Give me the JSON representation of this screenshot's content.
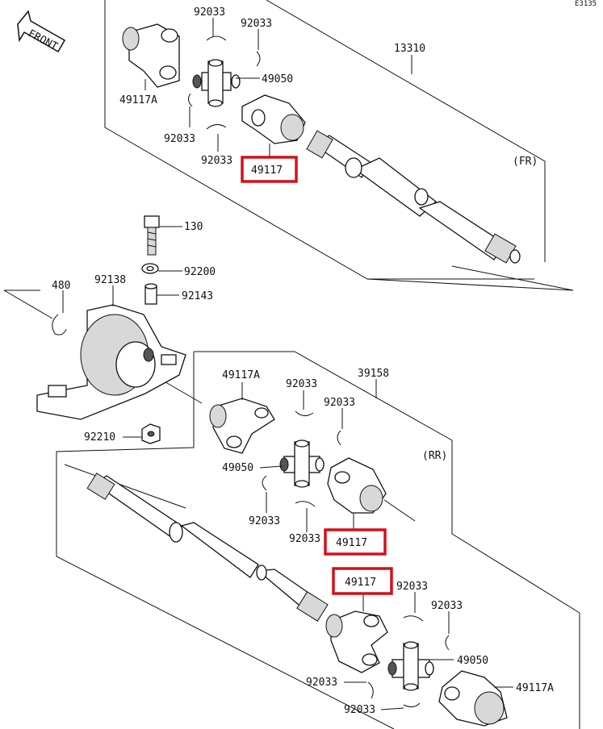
{
  "diagram_code": "E3135",
  "front_label": "FRONT",
  "section_labels": {
    "front": "(FR)",
    "rear": "(RR)"
  },
  "parts": {
    "p13310": "13310",
    "p39158": "39158",
    "p130": "130",
    "p92200": "92200",
    "p92143": "92143",
    "p92138": "92138",
    "p480": "480",
    "p92210": "92210",
    "fr_92033_a": "92033",
    "fr_92033_b": "92033",
    "fr_92033_c": "92033",
    "fr_92033_d": "92033",
    "fr_49050": "49050",
    "fr_49117A": "49117A",
    "fr_49117": "49117",
    "rr_49117A_top": "49117A",
    "rr_92033_a": "92033",
    "rr_92033_b": "92033",
    "rr_49050_top": "49050",
    "rr_92033_c": "92033",
    "rr_92033_d": "92033",
    "rr_49117_mid": "49117",
    "rr_49117_low": "49117",
    "rr_92033_e": "92033",
    "rr_92033_f": "92033",
    "rr_49050_low": "49050",
    "rr_92033_g": "92033",
    "rr_92033_h": "92033",
    "rr_49117A_low": "49117A"
  },
  "highlight_color": "#d4101a"
}
